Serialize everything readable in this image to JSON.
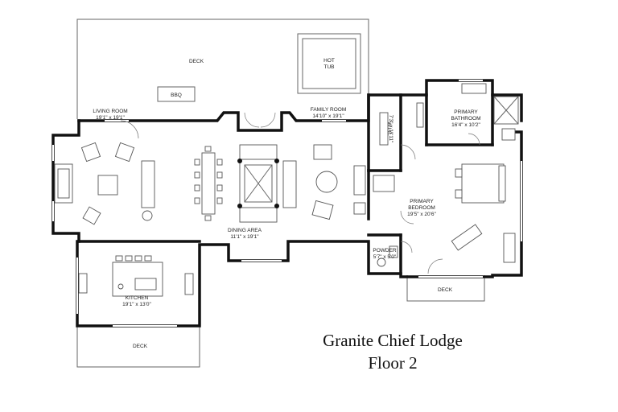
{
  "title": {
    "line1": "Granite Chief Lodge",
    "line2": "Floor 2"
  },
  "rooms": {
    "deck_top": "DECK",
    "hot_tub_line1": "HOT",
    "hot_tub_line2": "TUB",
    "bbq": "BBQ",
    "living_room": "LIVING ROOM",
    "living_room_dim": "19'1\" x 19'1\"",
    "family_room": "FAMILY ROOM",
    "family_room_dim": "14'10\" x 19'1\"",
    "wic": "W.I.C.",
    "wic_dim": "7'3\" x 11'11\"",
    "primary_bathroom": "PRIMARY",
    "primary_bathroom_line2": "BATHROOM",
    "primary_bathroom_dim": "16'4\" x 10'2\"",
    "dining_area": "DINING AREA",
    "dining_area_dim": "11'1\" x 19'1\"",
    "primary_bedroom": "PRIMARY",
    "primary_bedroom_line2": "BEDROOM",
    "primary_bedroom_dim": "19'5\" x 20'6\"",
    "powder": "POWDER",
    "powder_dim": "5'7\" x 5'0\"",
    "deck_right": "DECK",
    "kitchen": "KITCHEN",
    "kitchen_dim": "19'1\" x 13'0\"",
    "deck_bottom": "DECK"
  }
}
